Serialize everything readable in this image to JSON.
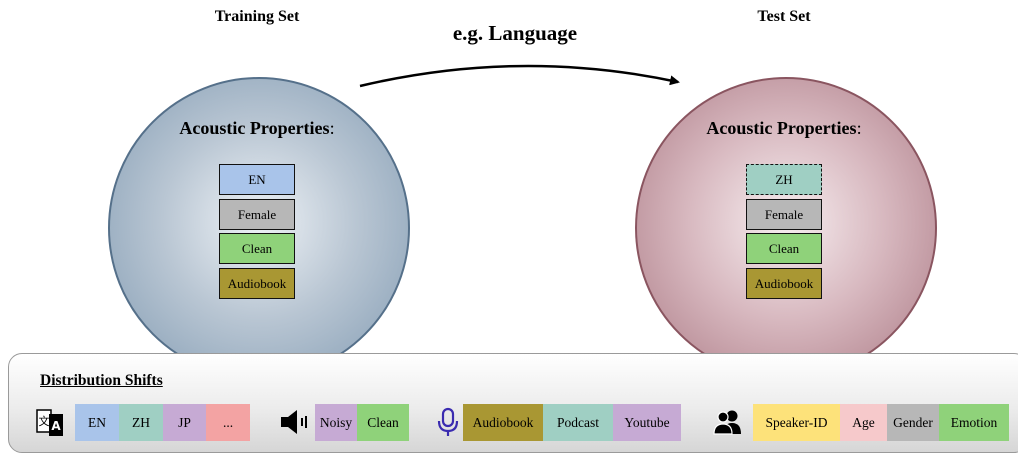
{
  "training": {
    "title": "Training Set",
    "properties_label": "Acoustic Properties",
    "colon": ":",
    "properties": [
      "EN",
      "Female",
      "Clean",
      "Audiobook"
    ]
  },
  "arrow_label": "e.g. Language",
  "test": {
    "title": "Test Set",
    "properties_label": "Acoustic Properties",
    "colon": ":",
    "properties": [
      "ZH",
      "Female",
      "Clean",
      "Audiobook"
    ]
  },
  "shifts": {
    "title": "Distribution Shifts",
    "language": {
      "icon": "translate-icon",
      "tags": [
        "EN",
        "ZH",
        "JP",
        "..."
      ]
    },
    "noise": {
      "icon": "speaker-icon",
      "tags": [
        "Noisy",
        "Clean"
      ]
    },
    "domain": {
      "icon": "microphone-icon",
      "tags": [
        "Audiobook",
        "Podcast",
        "Youtube"
      ]
    },
    "speaker": {
      "icon": "people-icon",
      "tags": [
        "Speaker-ID",
        "Age",
        "Gender",
        "Emotion"
      ]
    }
  },
  "colors": {
    "en": "#a9c4ea",
    "zh": "#9fcfc3",
    "jp": "#c6aad4",
    "dots": "#f3a3a3",
    "female": "#b7b7b7",
    "clean": "#8fd27a",
    "audiobook": "#a99733",
    "speaker_id": "#fde27a",
    "age": "#f6c9cb",
    "mic": "#3a2bb0"
  }
}
